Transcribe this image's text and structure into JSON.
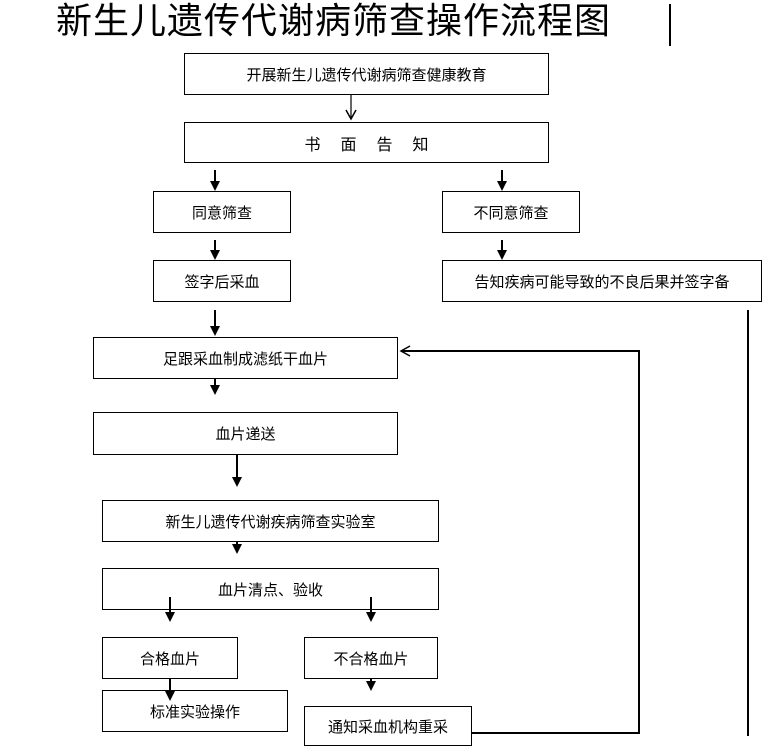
{
  "title": "新生儿遗传代谢病筛查操作流程图",
  "boxes": {
    "education": "开展新生儿遗传代谢病筛查健康教育",
    "notice": "书面告知",
    "agree": "同意筛查",
    "disagree": "不同意筛查",
    "sign_collect": "签字后采血",
    "inform_risk": "告知疾病可能导致的不良后果并签字备",
    "heel_blood": "足跟采血制成滤纸干血片",
    "delivery": "血片递送",
    "lab": "新生儿遗传代谢疾病筛查实验室",
    "check": "血片清点、验收",
    "qualified": "合格血片",
    "unqualified": "不合格血片",
    "standard_op": "标准实验操作",
    "notify_recollect": "通知采血机构重采"
  }
}
